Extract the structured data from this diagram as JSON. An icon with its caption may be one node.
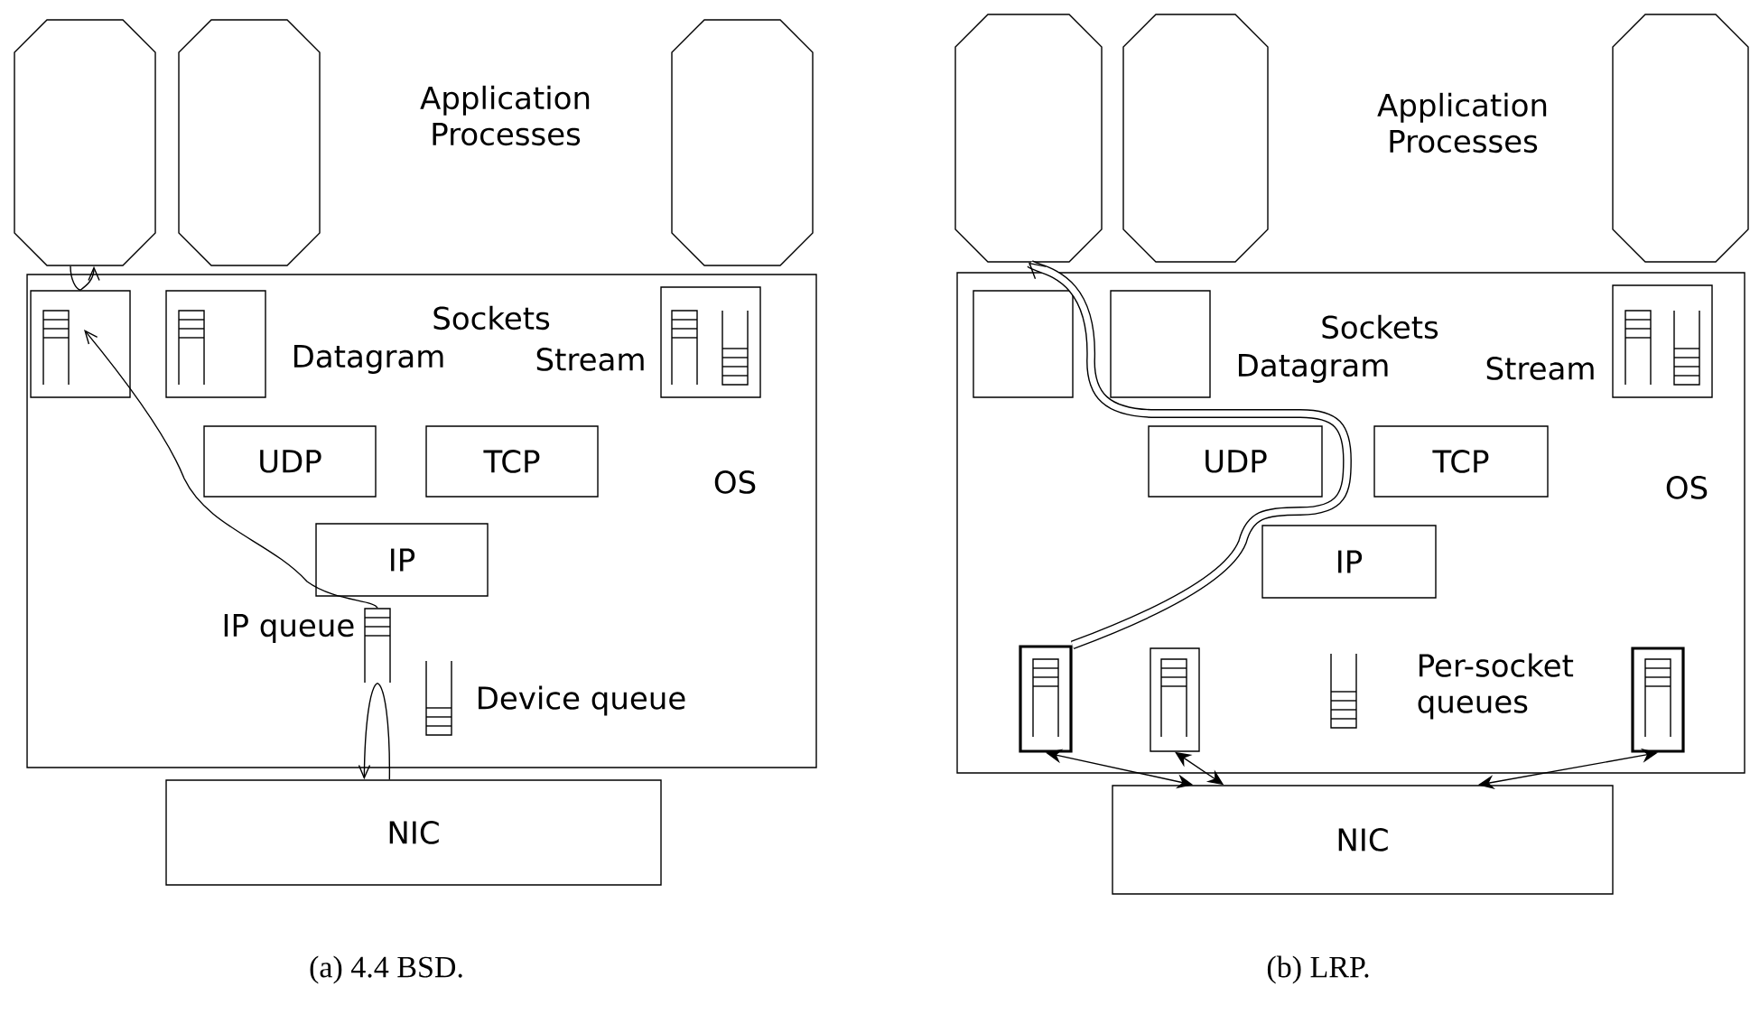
{
  "diagram": {
    "nodes": [
      {
        "text": [],
        "shape": "octagon"
      },
      {
        "text": [],
        "shape": "octagon"
      },
      {
        "text": [],
        "shape": "octagon"
      },
      {
        "text": [
          "OS"
        ]
      },
      {
        "text": [],
        "shape": "box",
        "in": 3
      },
      {
        "text": [],
        "shape": "box",
        "in": 3
      },
      {
        "text": [],
        "shape": "box",
        "in": 3
      },
      {
        "text": [
          "UDP"
        ],
        "in": 3
      },
      {
        "text": [
          "TCP"
        ],
        "in": 3
      },
      {
        "text": [
          "IP"
        ],
        "in": 3
      },
      {
        "text": [],
        "shape": "queue",
        "in": 3,
        "beside": [
          "IP queue"
        ]
      },
      {
        "text": [],
        "shape": "queue",
        "in": 3,
        "beside": [
          "Device queue"
        ]
      },
      {
        "text": [
          "NIC"
        ]
      },
      {
        "text": [],
        "shape": "octagon"
      },
      {
        "text": [],
        "shape": "octagon"
      },
      {
        "text": [],
        "shape": "octagon"
      },
      {
        "text": [
          "OS"
        ]
      },
      {
        "text": [],
        "shape": "box",
        "in": 16
      },
      {
        "text": [],
        "shape": "box",
        "in": 16
      },
      {
        "text": [],
        "shape": "box",
        "in": 16
      },
      {
        "text": [
          "UDP"
        ],
        "in": 16
      },
      {
        "text": [
          "TCP"
        ],
        "in": 16
      },
      {
        "text": [
          "IP"
        ],
        "in": 16
      },
      {
        "text": [],
        "shape": "box",
        "in": 16
      },
      {
        "text": [],
        "shape": "box",
        "in": 16
      },
      {
        "text": [],
        "shape": "queue",
        "in": 16
      },
      {
        "text": [],
        "shape": "box",
        "in": 16
      },
      {
        "text": [
          "NIC"
        ]
      }
    ],
    "edges": [
      {
        "from": 12,
        "to": 10,
        "arrow": "none"
      },
      {
        "from": 10,
        "to": 12,
        "arrow": "to"
      },
      {
        "from": 10,
        "to": 4,
        "arrow": "to"
      },
      {
        "from": 0,
        "to": 4,
        "arrow": "none"
      },
      {
        "from": 4,
        "to": 0,
        "arrow": "to"
      },
      {
        "from": 23,
        "to": 13,
        "arrow": "to",
        "style": "thick"
      },
      {
        "from": 23,
        "to": 27,
        "arrow": "both"
      },
      {
        "from": 24,
        "to": 27,
        "arrow": "both"
      },
      {
        "from": 26,
        "to": 27,
        "arrow": "both"
      }
    ],
    "labels": [
      "Application Processes",
      "Sockets",
      "Datagram",
      "Stream",
      "Application Processes",
      "Sockets",
      "Datagram",
      "Stream",
      "Per-socket queues",
      "(a) 4.4 BSD.",
      "(b) LRP."
    ]
  }
}
